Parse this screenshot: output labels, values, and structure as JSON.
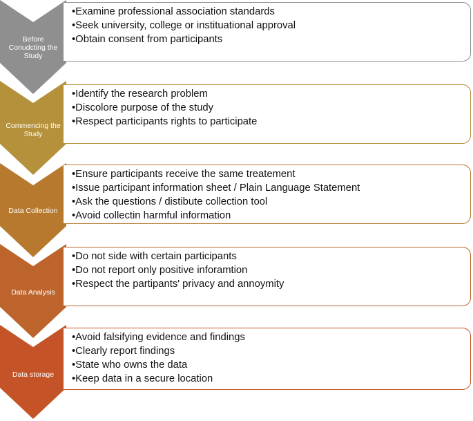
{
  "stages": [
    {
      "label_lines": [
        "Before",
        "Conudcting the",
        "Study"
      ],
      "color": "#8f8f8f",
      "bullets": [
        "Examine professional association standards",
        "Seek university, college or instituational approval",
        "Obtain consent from participants"
      ]
    },
    {
      "label_lines": [
        "Commencing the",
        "Study"
      ],
      "color": "#b4913a",
      "bullets": [
        "Identify the research problem",
        "Discolore purpose of the study",
        "Respect participants rights to participate"
      ]
    },
    {
      "label_lines": [
        "Data Collection"
      ],
      "color": "#b6792e",
      "bullets": [
        "Ensure participants receive the same treatement",
        "Issue participant information sheet / Plain Language Statement",
        "Ask the questions / distibute collection tool",
        "Avoid collectin harmful information"
      ]
    },
    {
      "label_lines": [
        "Data Analysis"
      ],
      "color": "#bd642d",
      "bullets": [
        "Do not side with certain participants",
        "Do not report only positive inforamtion",
        "Respect the partipants' privacy and annoymity"
      ]
    },
    {
      "label_lines": [
        "Data storage"
      ],
      "color": "#c45427",
      "bullets": [
        "Avoid falsifying evidence and findings",
        "Clearly report findings",
        "State who owns the data",
        "Keep data in a secure location"
      ]
    }
  ]
}
